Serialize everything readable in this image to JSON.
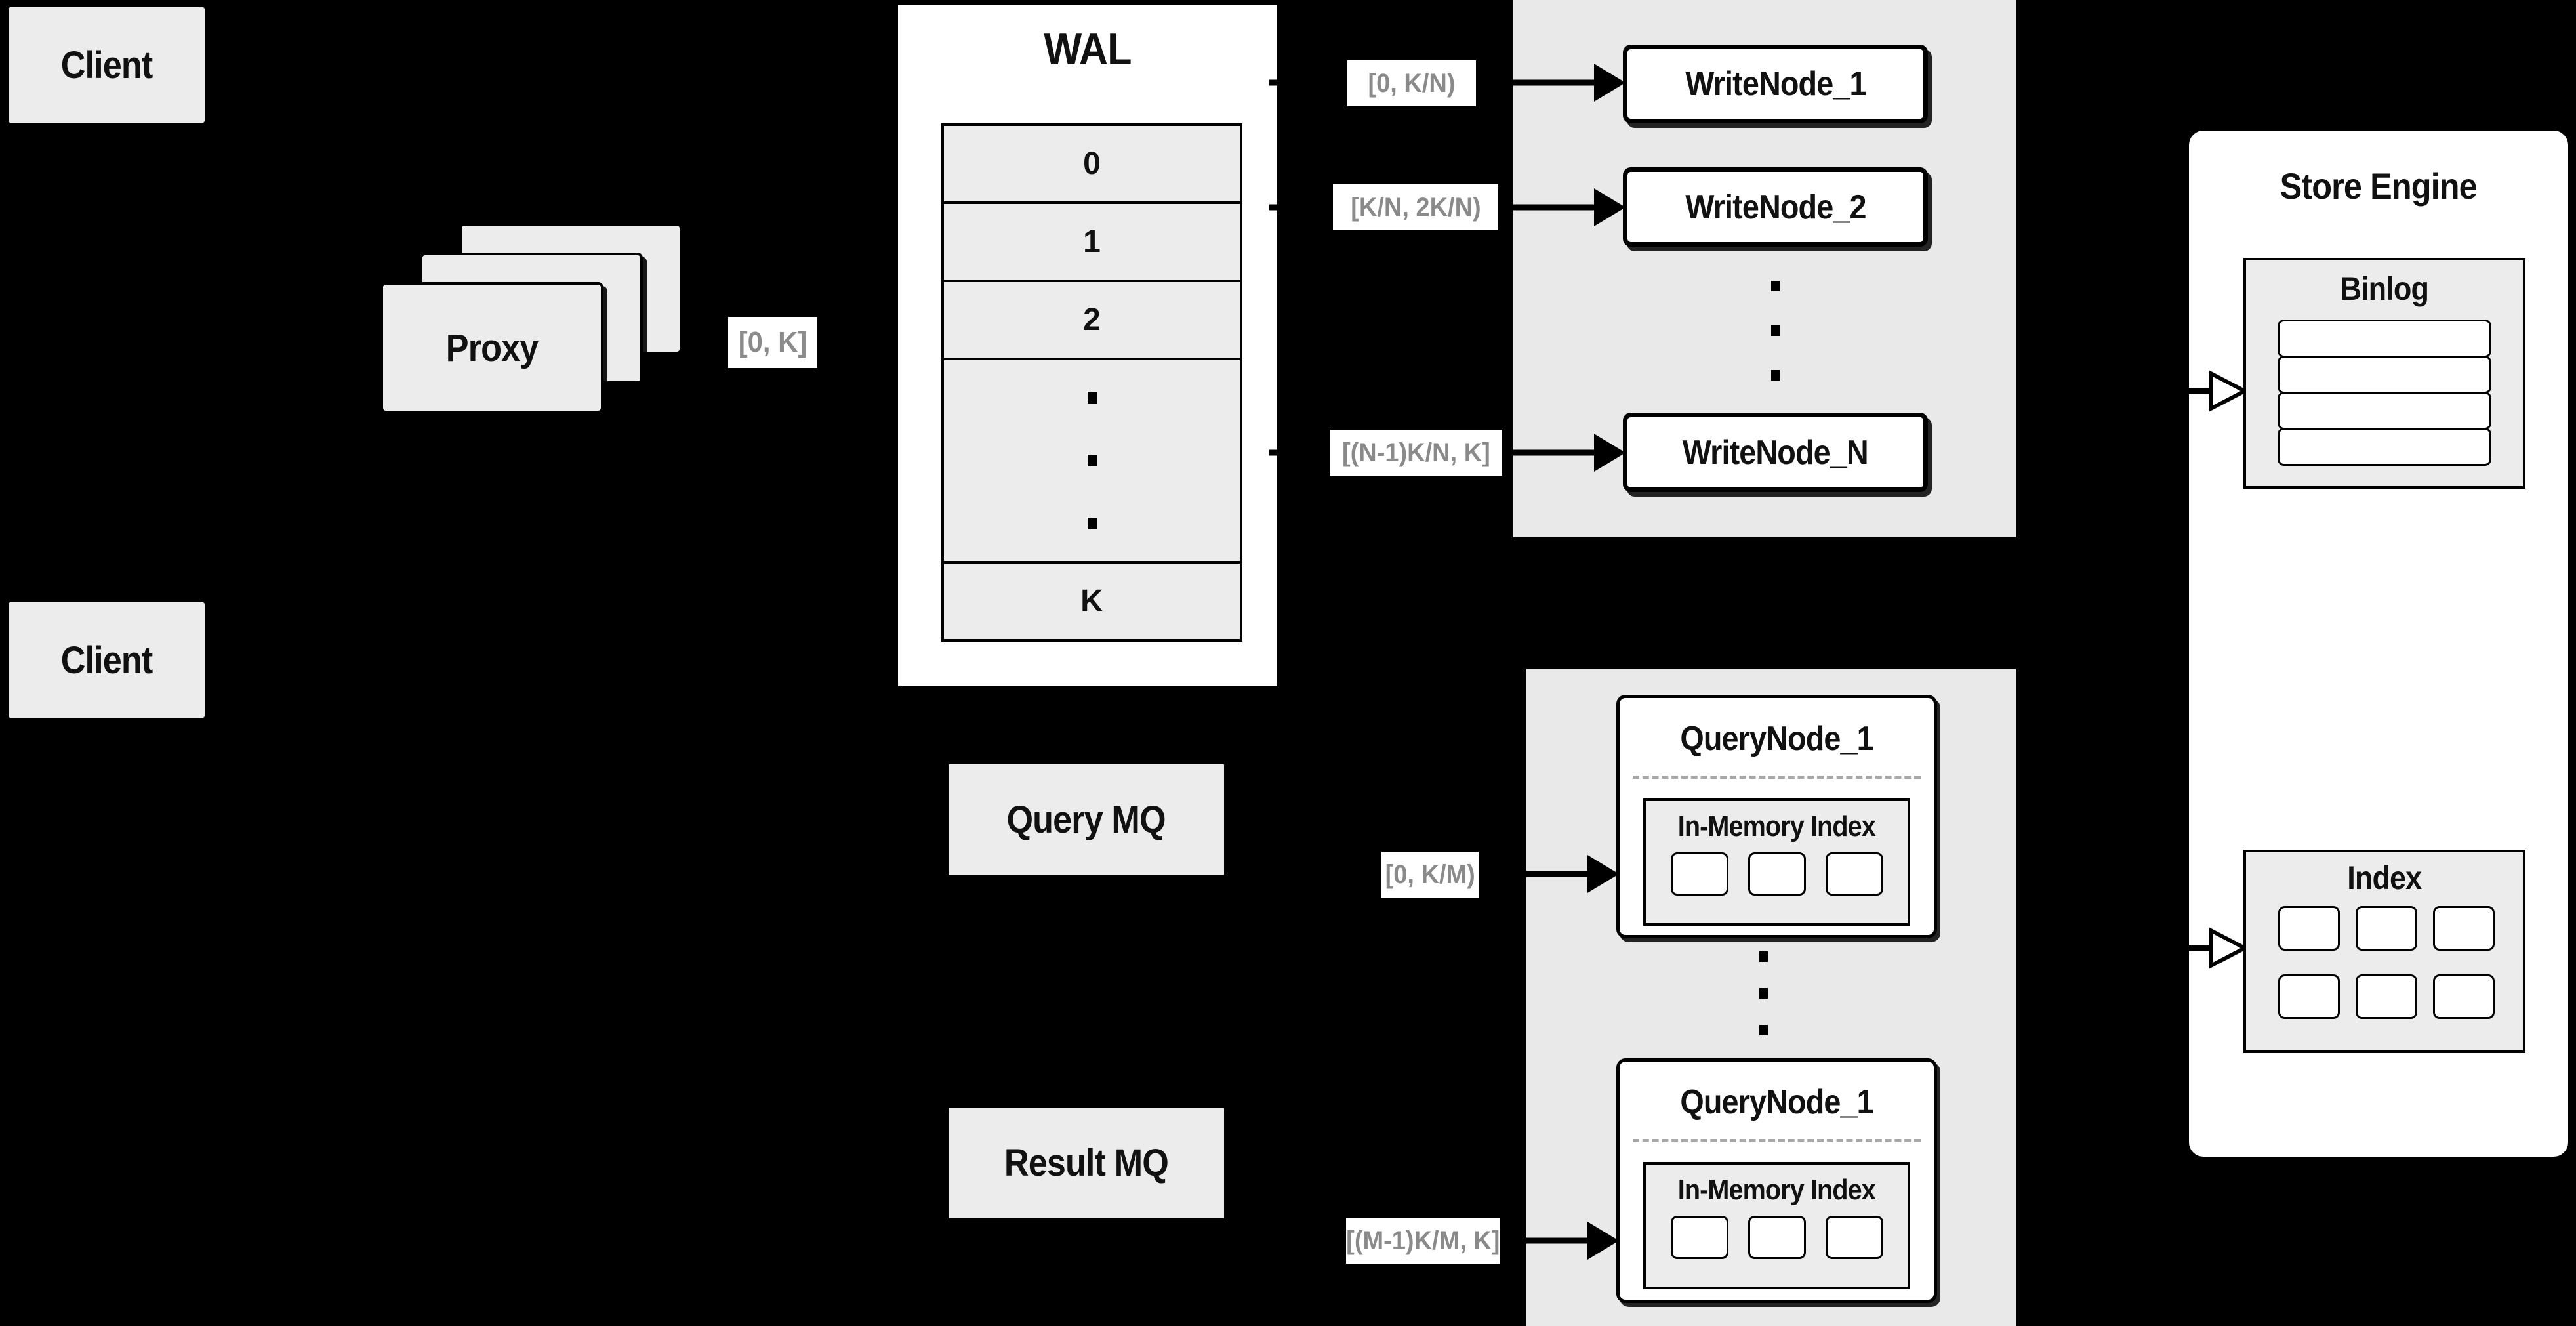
{
  "meta": {
    "diagram_type": "distributed write/query architecture",
    "background": "#000000"
  },
  "colors": {
    "panel_gray": "#e9e9e9",
    "box_gray": "#ececec",
    "white": "#ffffff",
    "border_black": "#000000",
    "label_text_gray": "#8a8a8a",
    "divider_dash_gray": "#a8a8a8"
  },
  "clients": {
    "top": "Client",
    "bottom": "Client"
  },
  "proxy": {
    "label": "Proxy",
    "range_out": "[0, K]"
  },
  "wal": {
    "title": "WAL",
    "rows": [
      "0",
      "1",
      "2"
    ],
    "last_row": "K"
  },
  "write_group": {
    "nodes": [
      {
        "range": "[0, K/N)",
        "label": "WriteNode_1"
      },
      {
        "range": "[K/N, 2K/N)",
        "label": "WriteNode_2"
      },
      {
        "range": "[(N-1)K/N, K]",
        "label": "WriteNode_N"
      }
    ]
  },
  "query_group": {
    "nodes": [
      {
        "range": "[0, K/M)",
        "title": "QueryNode_1",
        "inner_title": "In-Memory Index"
      },
      {
        "range": "[(M-1)K/M, K]",
        "title": "QueryNode_1",
        "inner_title": "In-Memory Index"
      }
    ]
  },
  "mq": {
    "query": "Query MQ",
    "result": "Result MQ"
  },
  "store_engine": {
    "title": "Store Engine",
    "binlog_title": "Binlog",
    "index_title": "Index"
  }
}
